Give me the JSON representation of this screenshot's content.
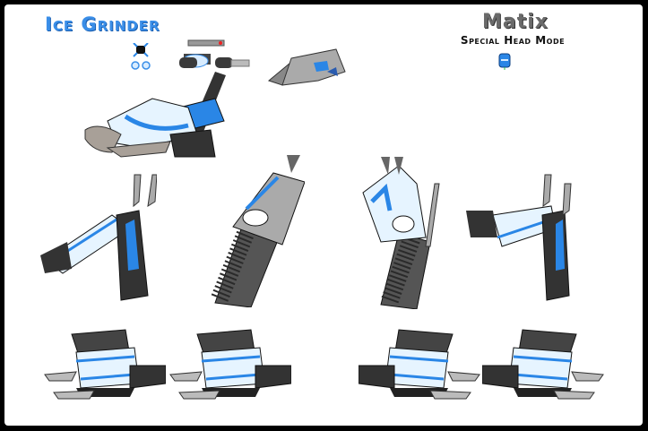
{
  "sheet": {
    "title": "Ice Grinder",
    "character_name": "Matix",
    "mode_label": "Special Head Mode"
  },
  "colors": {
    "frame": "#000000",
    "background": "#ffffff",
    "title_blue": "#3a8ee8",
    "vehicle_blue": "#2a86e6",
    "ice_white": "#e6f4ff",
    "dark_gray": "#333333",
    "mid_gray": "#8c8c8c",
    "light_gray": "#c4c4c4",
    "blade_tan": "#a8a098"
  },
  "sprites": [
    {
      "id": "small-parts-icon",
      "label": "small parts"
    },
    {
      "id": "head-icon",
      "label": "special head"
    },
    {
      "id": "combined-mode",
      "label": "combined mode"
    },
    {
      "id": "blade-piece",
      "label": "blade piece"
    },
    {
      "id": "view-side-left-upright",
      "label": "upright view 1"
    },
    {
      "id": "view-diagonal-1",
      "label": "diagonal view 1"
    },
    {
      "id": "view-diagonal-2",
      "label": "diagonal view 2"
    },
    {
      "id": "view-side-right-upright",
      "label": "upright view 2"
    },
    {
      "id": "vehicle-left-1",
      "label": "vehicle left 1"
    },
    {
      "id": "vehicle-left-2",
      "label": "vehicle left 2"
    },
    {
      "id": "vehicle-right-1",
      "label": "vehicle right 1"
    },
    {
      "id": "vehicle-right-2",
      "label": "vehicle right 2"
    }
  ]
}
